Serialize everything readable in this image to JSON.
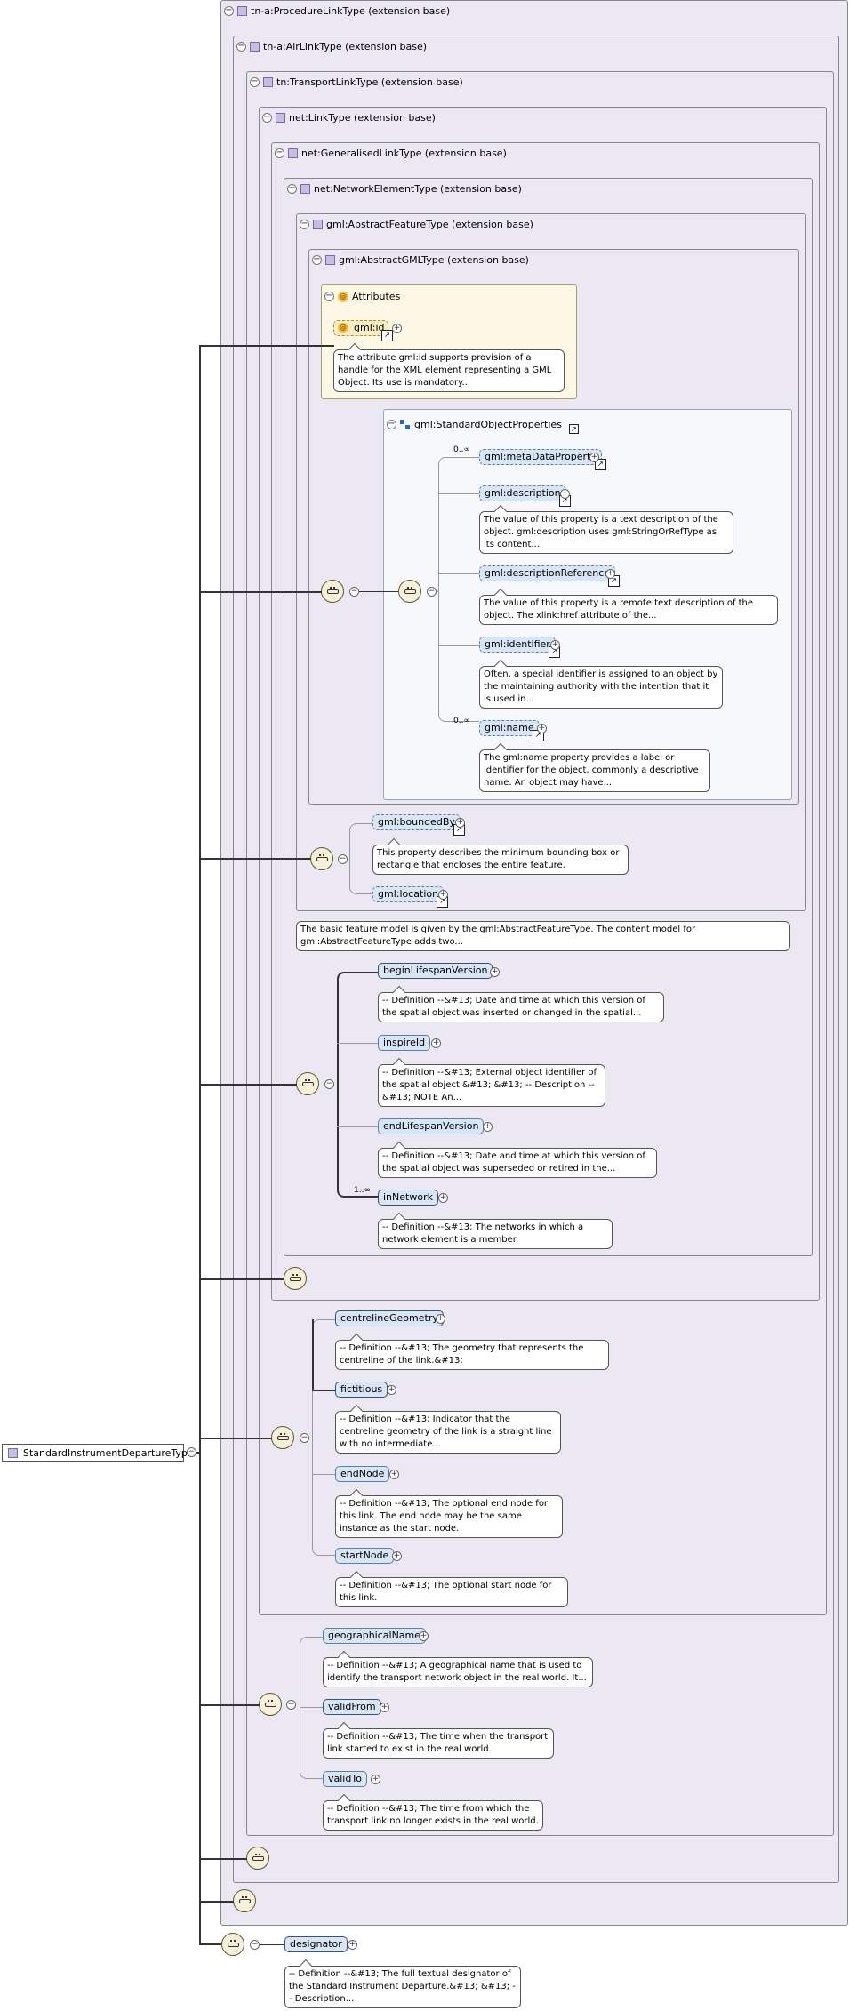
{
  "root": {
    "name": "StandardInstrumentDepartureType"
  },
  "types": [
    {
      "name": "tn-a:ProcedureLinkType (extension base)"
    },
    {
      "name": "tn-a:AirLinkType (extension base)"
    },
    {
      "name": "tn:TransportLinkType (extension base)"
    },
    {
      "name": "net:LinkType (extension base)"
    },
    {
      "name": "net:GeneralisedLinkType (extension base)"
    },
    {
      "name": "net:NetworkElementType (extension base)"
    },
    {
      "name": "gml:AbstractFeatureType (extension base)"
    },
    {
      "name": "gml:AbstractGMLType (extension base)"
    }
  ],
  "attributes": {
    "title": "Attributes",
    "id_name": "gml:id",
    "id_doc": "The attribute gml:id supports provision of a handle for the XML element representing a GML Object. Its use is mandatory..."
  },
  "standard_object": {
    "title": "gml:StandardObjectProperties",
    "items": [
      {
        "name": "gml:metaDataProperty",
        "mult": "0..∞",
        "doc": ""
      },
      {
        "name": "gml:description",
        "mult": "",
        "doc": "The value of this property is a text description of the object. gml:description uses gml:StringOrRefType as its content..."
      },
      {
        "name": "gml:descriptionReference",
        "mult": "",
        "doc": "The value of this property is a remote text description of the object. The xlink:href attribute of the..."
      },
      {
        "name": "gml:identifier",
        "mult": "",
        "doc": "Often, a special identifier is assigned to an object by the maintaining authority with the intention that it is used in..."
      },
      {
        "name": "gml:name",
        "mult": "0..∞",
        "doc": "The gml:name property provides a label or identifier for the object, commonly a descriptive name. An object may have..."
      }
    ]
  },
  "feature_props": [
    {
      "name": "gml:boundedBy",
      "doc": "This property describes the minimum bounding box or rectangle that encloses the entire feature."
    },
    {
      "name": "gml:location",
      "doc": ""
    }
  ],
  "feature_doc": "The basic feature model is given by the gml:AbstractFeatureType. The content model for gml:AbstractFeatureType adds two...",
  "network_element": [
    {
      "name": "beginLifespanVersion",
      "mult": "",
      "doc": "-- Definition --&#13; Date and time at which this version of the spatial object was inserted or changed in the spatial..."
    },
    {
      "name": "inspireId",
      "mult": "",
      "doc": "-- Definition --&#13; External object identifier of the spatial object.&#13; &#13; -- Description --&#13; NOTE An..."
    },
    {
      "name": "endLifespanVersion",
      "mult": "",
      "doc": "-- Definition --&#13; Date and time at which this version of the spatial object was superseded or retired in the..."
    },
    {
      "name": "inNetwork",
      "mult": "1..∞",
      "doc": "-- Definition --&#13; The networks in which a network element is a member."
    }
  ],
  "link": [
    {
      "name": "centrelineGeometry",
      "doc": "-- Definition --&#13; The geometry that represents the centreline of the link.&#13;"
    },
    {
      "name": "fictitious",
      "doc": "-- Definition --&#13; Indicator that the centreline geometry of the link is a straight line with no intermediate..."
    },
    {
      "name": "endNode",
      "doc": "-- Definition --&#13; The optional end node for this link. The end node may be the same instance as the start node."
    },
    {
      "name": "startNode",
      "doc": "-- Definition --&#13; The optional start node for this link."
    }
  ],
  "transport_link": [
    {
      "name": "geographicalName",
      "doc": "-- Definition --&#13; A geographical name that is used to identify the transport network object in the real world. It..."
    },
    {
      "name": "validFrom",
      "doc": "-- Definition --&#13; The time when the transport link started to exist in the real world."
    },
    {
      "name": "validTo",
      "doc": "-- Definition --&#13; The time from which the transport link no longer exists in the real world."
    }
  ],
  "designator": {
    "name": "designator",
    "doc": "-- Definition --&#13; The full textual designator of the Standard Instrument Departure.&#13; &#13; -- Description..."
  }
}
